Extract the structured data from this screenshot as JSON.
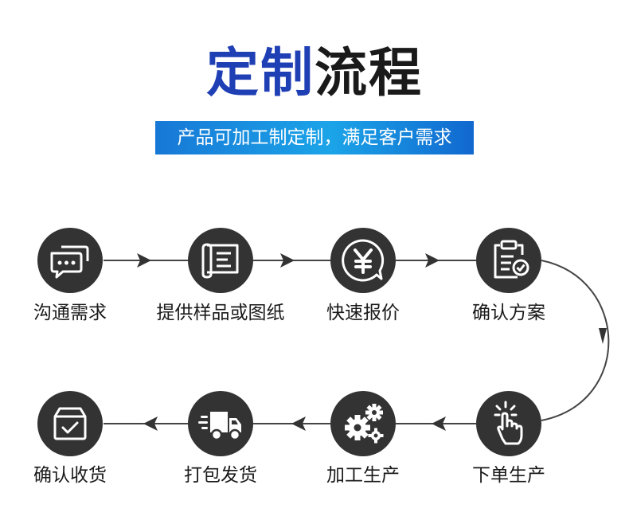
{
  "title": {
    "part_blue": "定制",
    "part_black": "流程"
  },
  "subtitle": "产品可加工制定制，满足客户需求",
  "steps": [
    {
      "label": "沟通需求",
      "icon": "chat-icon"
    },
    {
      "label": "提供样品或图纸",
      "icon": "blueprint-icon"
    },
    {
      "label": "快速报价",
      "icon": "yuan-icon"
    },
    {
      "label": "确认方案",
      "icon": "clipboard-check-icon"
    },
    {
      "label": "下单生产",
      "icon": "tap-hand-icon"
    },
    {
      "label": "加工生产",
      "icon": "gears-icon"
    },
    {
      "label": "打包发货",
      "icon": "truck-icon"
    },
    {
      "label": "确认收货",
      "icon": "box-check-icon"
    }
  ],
  "colors": {
    "accent_blue": "#1f3fb5",
    "circle": "#333333",
    "banner": "#1a8ee0"
  }
}
